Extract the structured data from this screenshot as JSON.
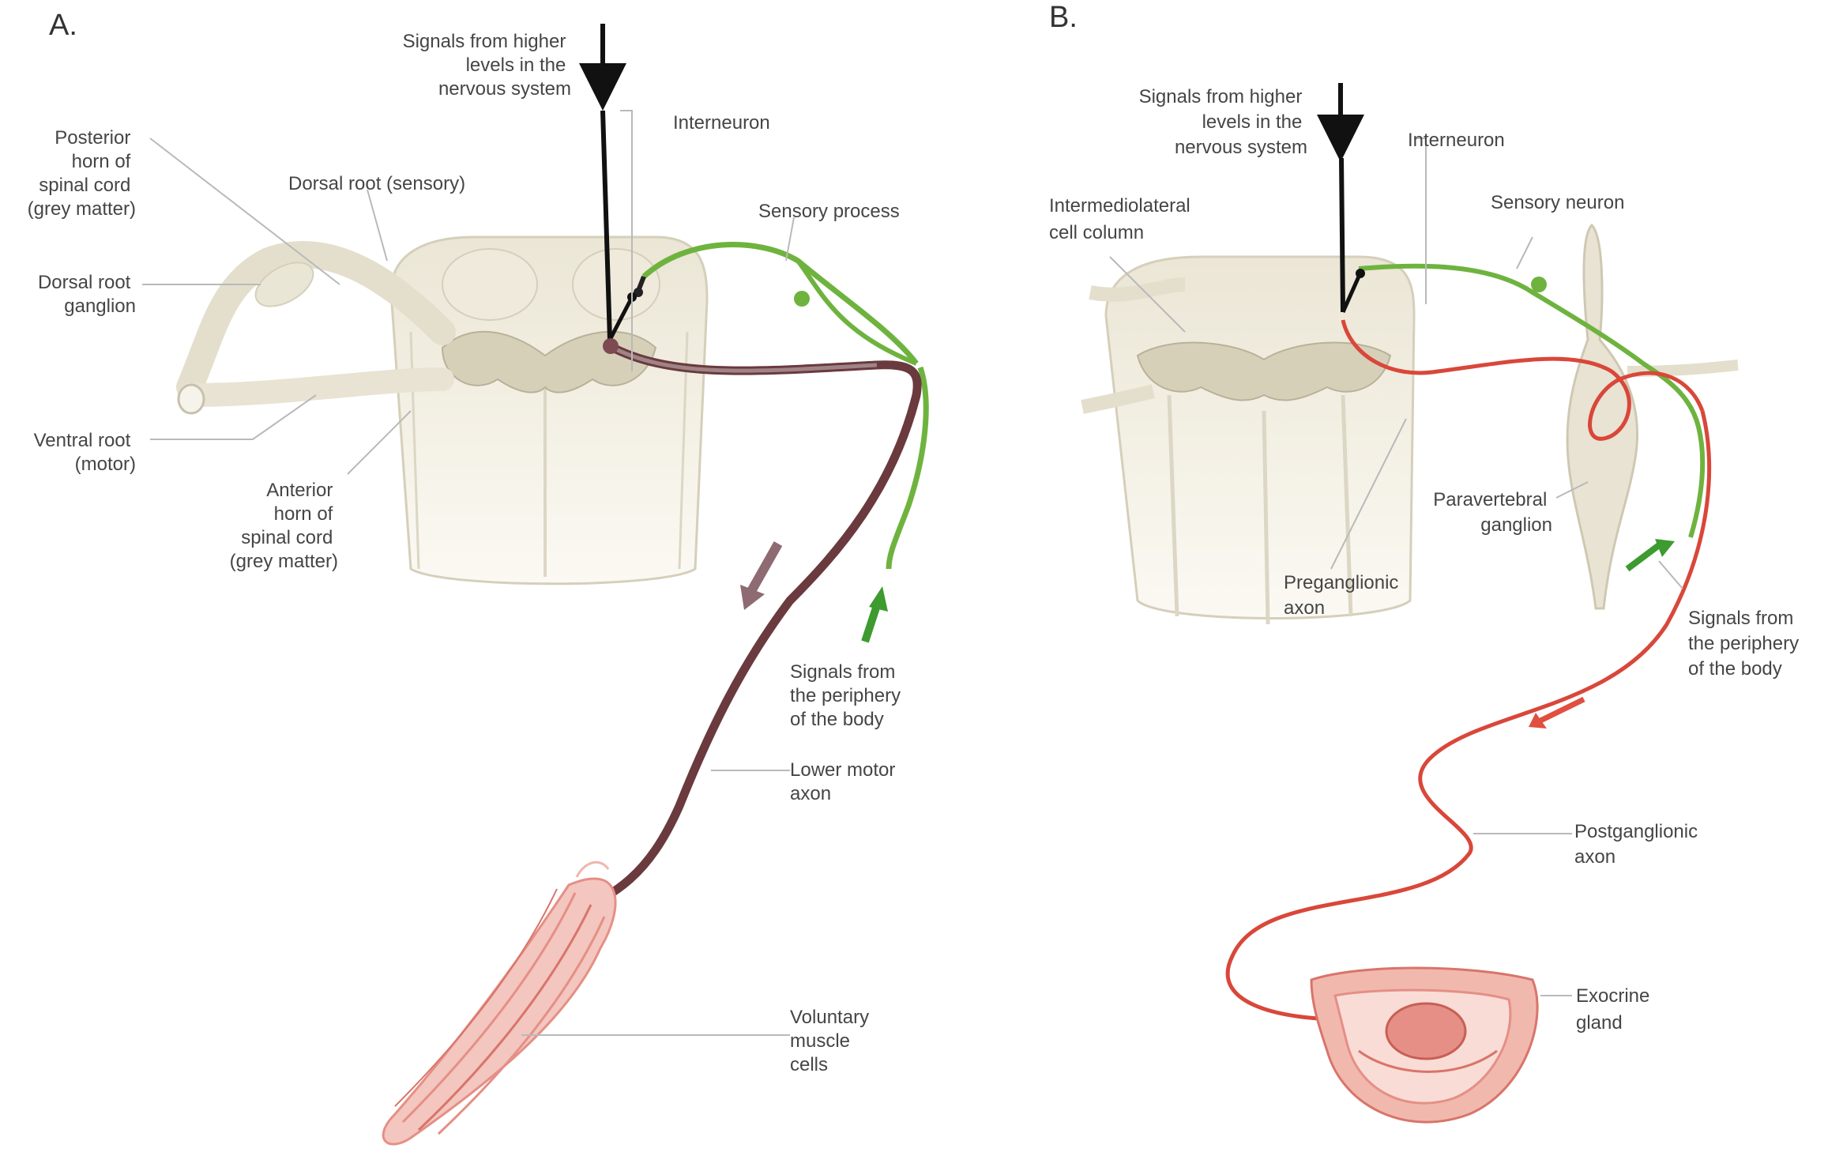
{
  "panel_a": {
    "letter": "A.",
    "labels": {
      "signals_higher": [
        "Signals from higher",
        "levels in the",
        "nervous system"
      ],
      "interneuron": [
        "Interneuron"
      ],
      "posterior_horn": [
        "Posterior",
        "horn of",
        "spinal cord",
        "(grey matter)"
      ],
      "dorsal_root": [
        "Dorsal root (sensory)"
      ],
      "sensory_process": [
        "Sensory process"
      ],
      "dorsal_root_ganglion": [
        "Dorsal root",
        "ganglion"
      ],
      "ventral_root": [
        "Ventral root",
        "(motor)"
      ],
      "anterior_horn": [
        "Anterior",
        "horn of",
        "spinal cord",
        "(grey matter)"
      ],
      "signals_periphery": [
        "Signals from",
        "the periphery",
        "of the body"
      ],
      "lower_motor_axon": [
        "Lower motor",
        "axon"
      ],
      "voluntary_muscle": [
        "Voluntary",
        "muscle",
        "cells"
      ]
    }
  },
  "panel_b": {
    "letter": "B.",
    "labels": {
      "signals_higher": [
        "Signals from higher",
        "levels in the",
        "nervous system"
      ],
      "interneuron": [
        "Interneuron"
      ],
      "intermediolateral": [
        "Intermediolateral",
        "cell column"
      ],
      "sensory_neuron": [
        "Sensory neuron"
      ],
      "paravertebral_ganglion": [
        "Paravertebral",
        "ganglion"
      ],
      "preganglionic_axon": [
        "Preganglionic",
        "axon"
      ],
      "signals_periphery": [
        "Signals from",
        "the periphery",
        "of the body"
      ],
      "postganglionic_axon": [
        "Postganglionic",
        "axon"
      ],
      "exocrine_gland": [
        "Exocrine",
        "gland"
      ]
    }
  },
  "colors": {
    "cord": "#e9e4d3",
    "cord_shade": "#d8d1bb",
    "sensory_green": "#6fb33f",
    "motor_brown": "#5a2a2f",
    "autonomic_red": "#d9473a",
    "muscle_pink": "#e58f86",
    "label_text": "#454545"
  }
}
